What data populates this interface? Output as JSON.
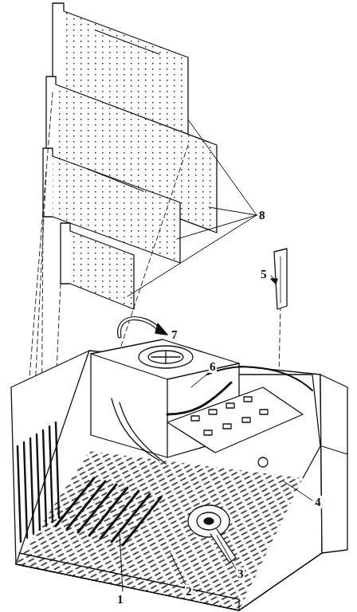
{
  "diagram": {
    "labels": [
      "8",
      "5",
      "7",
      "6",
      "4",
      "3",
      "2",
      "1"
    ]
  }
}
